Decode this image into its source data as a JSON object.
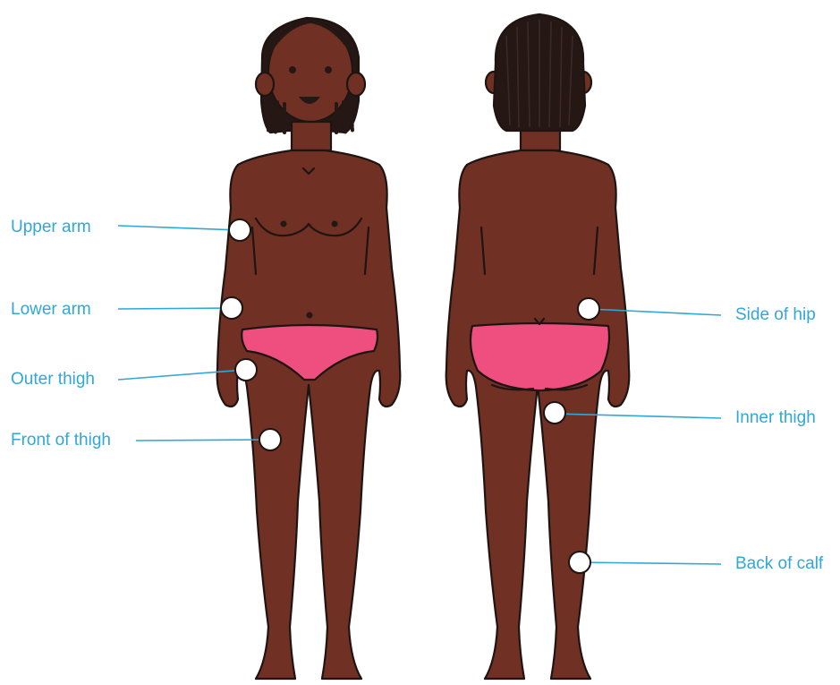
{
  "colors": {
    "skin": "#703024",
    "outline": "#1e1411",
    "underwear": "#ee4f7f",
    "hair": "#241714",
    "marker_fill": "#ffffff",
    "leader": "#2fa8d8",
    "label_text": "#2fa8d8"
  },
  "figures": [
    {
      "view": "front",
      "icon": "female-body-front"
    },
    {
      "view": "back",
      "icon": "female-body-back"
    }
  ],
  "sites": [
    {
      "label": "Upper arm",
      "figure": "front",
      "side": "left"
    },
    {
      "label": "Lower arm",
      "figure": "front",
      "side": "left"
    },
    {
      "label": "Outer thigh",
      "figure": "front",
      "side": "left"
    },
    {
      "label": "Front of thigh",
      "figure": "front",
      "side": "left"
    },
    {
      "label": "Side of hip",
      "figure": "back",
      "side": "right"
    },
    {
      "label": "Inner thigh",
      "figure": "back",
      "side": "right"
    },
    {
      "label": "Back of calf",
      "figure": "back",
      "side": "right"
    }
  ]
}
